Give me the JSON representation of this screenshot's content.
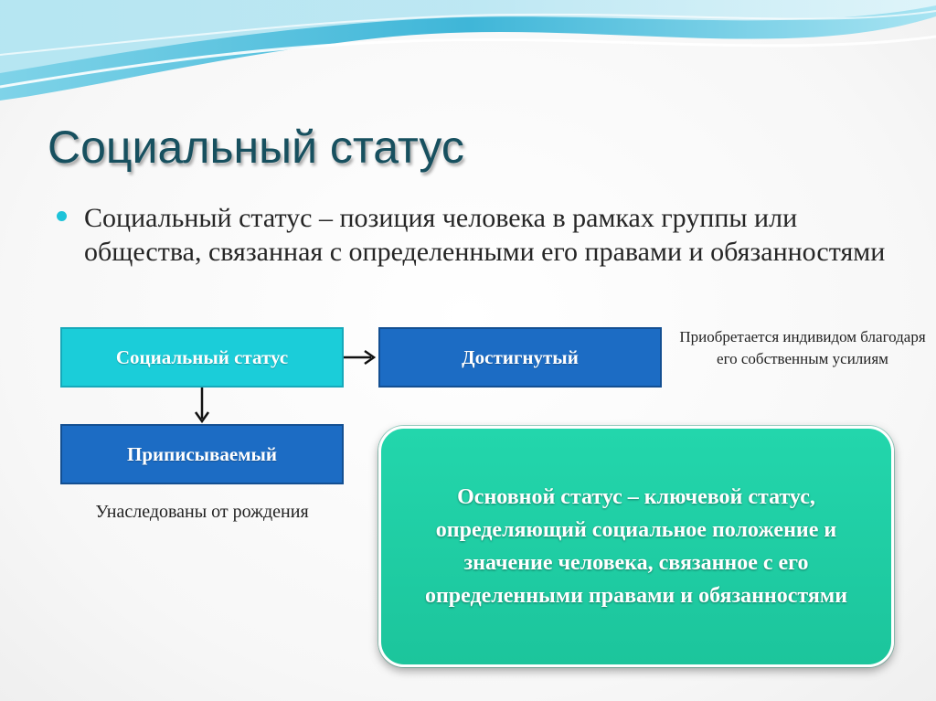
{
  "slide": {
    "title": "Социальный статус",
    "definition": "Социальный статус – позиция человека в рамках группы или общества, связанная с определенными его правами и обязанностями"
  },
  "diagram": {
    "root": "Социальный статус",
    "achieved": "Достигнутый",
    "ascribed": "Приписываемый",
    "achieved_note": "Приобретается индивидом благодаря его собственным усилиям",
    "ascribed_note": "Унаследованы от рождения",
    "main_status": "Основной статус – ключевой статус, определяющий социальное положение и значение человека, связанное с его определенными правами и обязанностями"
  },
  "colors": {
    "title": "#17505f",
    "root_box": "#1bcdd9",
    "branch_box": "#1c6cc4",
    "main_status_box": "#1fcda3",
    "bullet": "#1ec3d9"
  }
}
